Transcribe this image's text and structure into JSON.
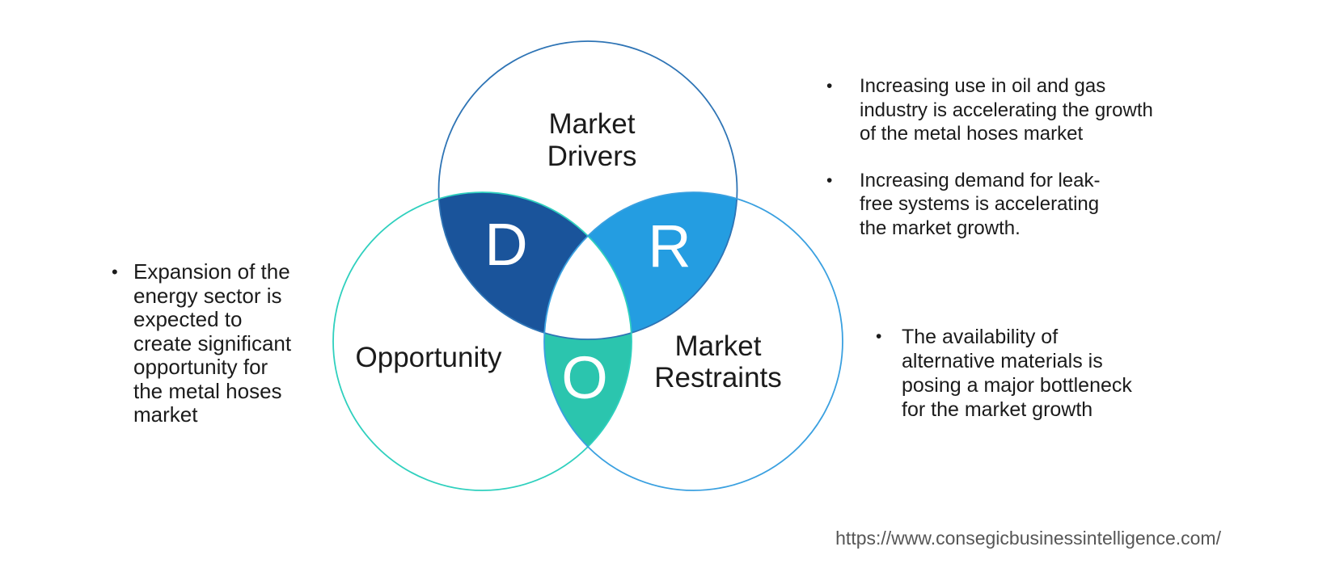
{
  "colors": {
    "drivers_outline": "#2E74B5",
    "opportunity_outline": "#2FD0BE",
    "restraints_outline": "#3AA0E0",
    "d_region_fill": "#1A549B",
    "r_region_fill": "#249DE1",
    "o_region_fill": "#2BC5AE",
    "center_region_fill": "#FFFFFF",
    "body_text": "#1B1B1B",
    "letter_text": "#FFFFFF",
    "url_text": "#565656"
  },
  "venn": {
    "drivers_label": [
      "Market",
      "Drivers"
    ],
    "opportunity_label": "Opportunity",
    "restraints_label": [
      "Market",
      "Restraints"
    ],
    "d_letter": "D",
    "r_letter": "R",
    "o_letter": "O"
  },
  "bullet_char": "•",
  "notes": {
    "left": {
      "items": [
        {
          "lines": [
            "Expansion of the",
            "energy sector is",
            "expected to",
            "create significant",
            "opportunity for",
            "the metal hoses",
            "market"
          ]
        }
      ]
    },
    "top_right": {
      "items": [
        {
          "lines": [
            "Increasing use in oil and gas",
            "industry is accelerating the growth",
            "of the metal hoses market"
          ]
        },
        {
          "lines": [
            "Increasing demand for leak-",
            "free systems is accelerating",
            "the market growth."
          ]
        }
      ]
    },
    "bottom_right": {
      "items": [
        {
          "lines": [
            "The availability of",
            "alternative materials is",
            "posing a major bottleneck",
            "for the market growth"
          ]
        }
      ]
    }
  },
  "footer": {
    "url": "https://www.consegicbusinessintelligence.com/"
  }
}
